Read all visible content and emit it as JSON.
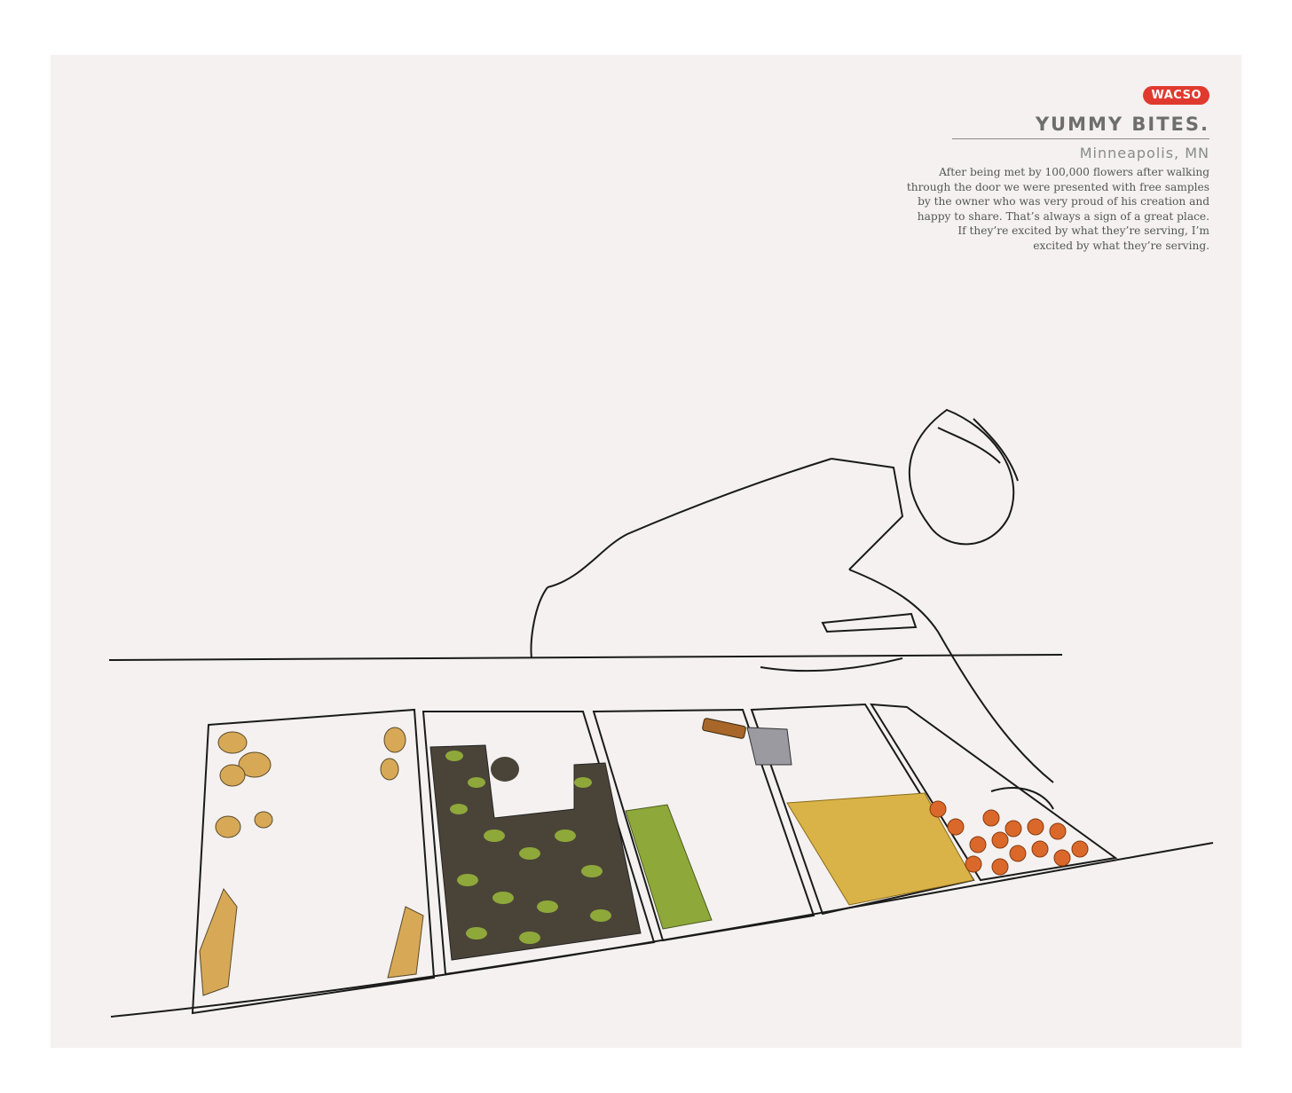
{
  "badge": "WACSO",
  "title": "YUMMY BITES.",
  "location": "Minneapolis, MN",
  "paragraph": [
    "After being met by 100,000 flowers after walking",
    "through the door we were presented with free samples",
    "by the owner who was very proud of his creation and",
    "happy to share. That’s always a sign of a great place.",
    "If they’re excited by what they’re serving, I’m",
    "excited by what they’re serving."
  ],
  "colors": {
    "badge": "#e03a2e",
    "paper": "#f4f1f0",
    "ink": "#1a1a1a",
    "olive": "#8fa83a",
    "dark_green": "#4a4438",
    "mustard": "#d9b347",
    "orange": "#d9682a",
    "tan": "#d7a957"
  },
  "illustration": {
    "subject": "sketch of a person serving from a food display case with trays of food",
    "icons": [
      "person-sketch",
      "counter-line",
      "serving-trays",
      "spatula-icon"
    ]
  }
}
